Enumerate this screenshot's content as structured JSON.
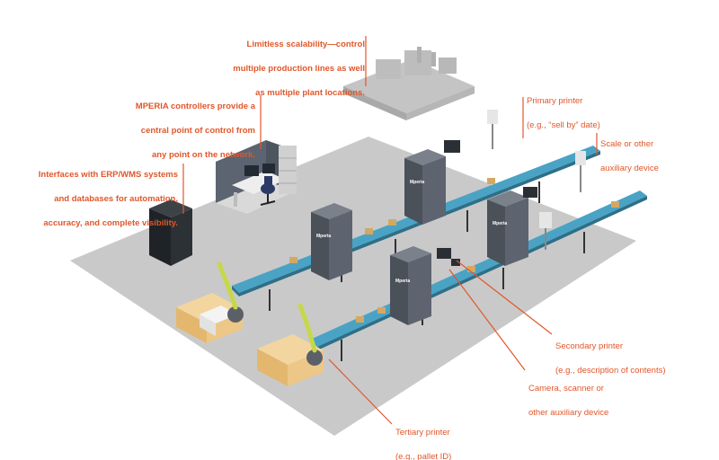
{
  "colors": {
    "accent": "#e2562a",
    "floor": "#c9c9c9",
    "belt": "#4aa3c4",
    "machine": "#5d6470",
    "pallet": "#f0c98a",
    "robot": "#c6d84a"
  },
  "callouts": {
    "scalability": [
      "Limitless scalability—control",
      "multiple production lines as well",
      "as multiple plant locations."
    ],
    "mperia": [
      "MPERIA controllers provide a",
      "central point of control from",
      "any point on the network."
    ],
    "erp": [
      "Interfaces with ERP/WMS systems",
      "and databases for automation,",
      "accuracy, and complete visibility."
    ],
    "primary": [
      "Primary printer",
      "(e.g., “sell by” date)"
    ],
    "scale": [
      "Scale or other",
      "auxiliary device"
    ],
    "secondary": [
      "Secondary printer",
      "(e.g., description of contents)"
    ],
    "camera": [
      "Camera, scanner or",
      "other auxiliary device"
    ],
    "tertiary": [
      "Tertiary printer",
      "(e.g., pallet ID)"
    ]
  },
  "machine_label": "Mperia"
}
